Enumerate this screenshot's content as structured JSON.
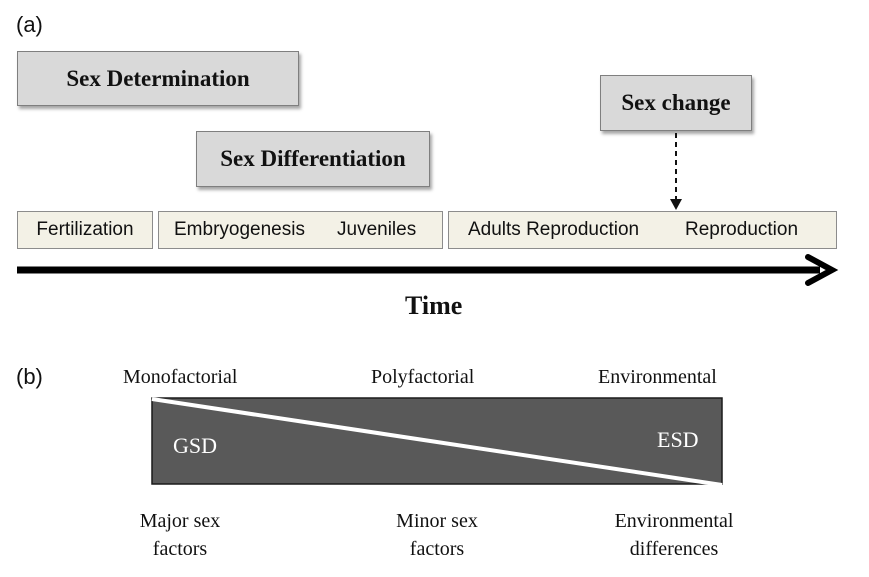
{
  "panel_a": {
    "label": "(a)",
    "sex_determination": "Sex Determination",
    "sex_differentiation": "Sex Differentiation",
    "sex_change": "Sex change",
    "stages": {
      "fertilization": "Fertilization",
      "embryogenesis": "Embryogenesis",
      "juveniles": "Juveniles",
      "adults_reproduction": "Adults Reproduction",
      "reproduction": "Reproduction"
    },
    "time": "Time"
  },
  "panel_b": {
    "label": "(b)",
    "top_labels": {
      "monofactorial": "Monofactorial",
      "polyfactorial": "Polyfactorial",
      "environmental": "Environmental"
    },
    "gsd": "GSD",
    "esd": "ESD",
    "bottom_labels": {
      "major_line1": "Major sex",
      "major_line2": "factors",
      "minor_line1": "Minor sex",
      "minor_line2": "factors",
      "env_line1": "Environmental",
      "env_line2": "differences"
    }
  },
  "colors": {
    "box_gray": "#d9d9d9",
    "stage_fill": "#f3f1e6",
    "dark_bar": "#595959"
  }
}
